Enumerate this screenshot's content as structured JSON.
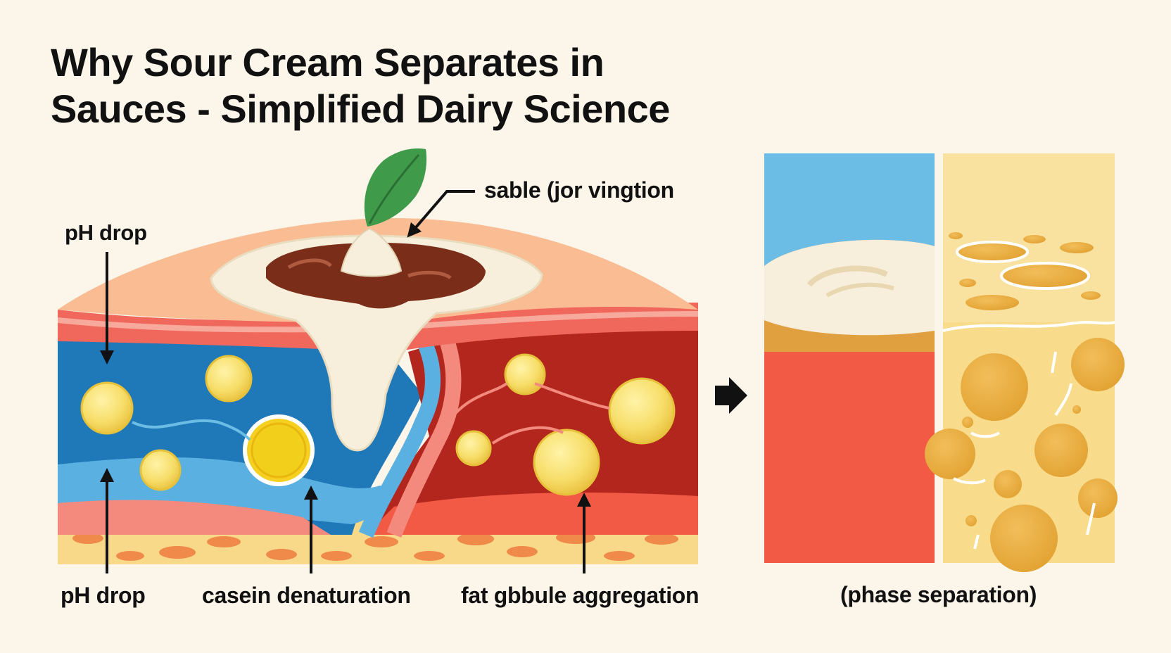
{
  "title": {
    "line1": "Why Sour Cream Separates in",
    "line2": "Sauces - Simplified Dairy Science"
  },
  "labels": {
    "ph_drop_top": "pH drop",
    "sable": "sable (jor vingtion",
    "ph_drop_bottom": "pH drop",
    "casein": "casein denaturation",
    "fat": "fat gbbule aggregation",
    "phase": "(phase separation)"
  },
  "colors": {
    "background": "#fbf5ea",
    "blue_layer": "#1f78b8",
    "red_layer": "#b3261e",
    "cream": "#f7efdc",
    "fat_globule": "#f7de6a",
    "leaf": "#3f9a4a",
    "sky_blue": "#6cbde6",
    "phase_red": "#f25a45",
    "phase_yellow": "#f8dc8c"
  },
  "icons": {
    "leaf": "leaf-icon",
    "arrow": "right-arrow-icon"
  }
}
